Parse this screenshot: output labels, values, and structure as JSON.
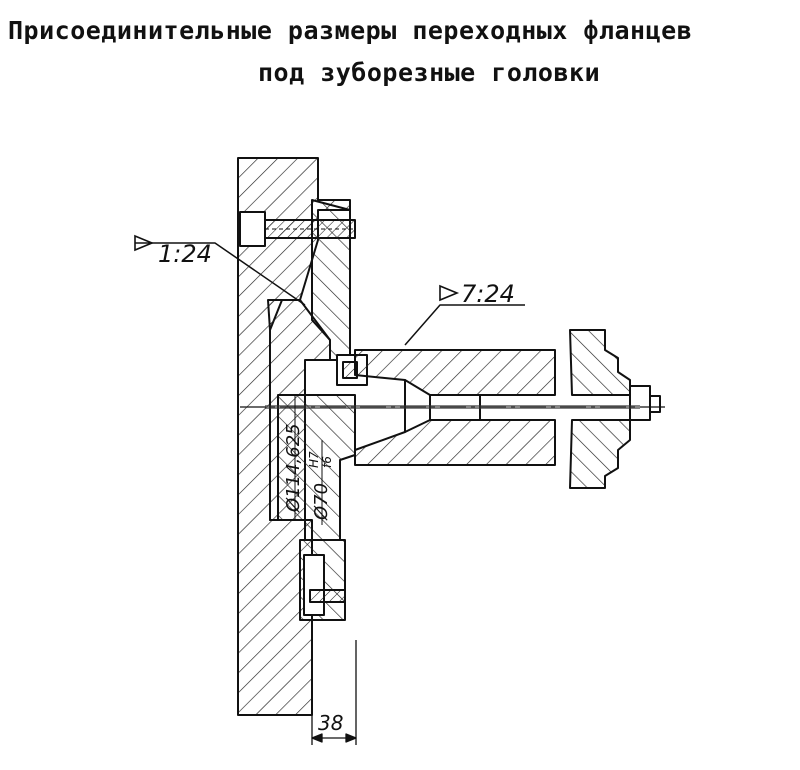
{
  "title": {
    "line1": "Присоединительные размеры переходных фланцев",
    "line2": "под зуборезные головки"
  },
  "drawing": {
    "taper_left": "1:24",
    "taper_right": "7:24",
    "dia_large": "Ø114,625",
    "dia_small": "Ø70",
    "fit_upper": "H7",
    "fit_lower": "f6",
    "width_dim": "38"
  }
}
